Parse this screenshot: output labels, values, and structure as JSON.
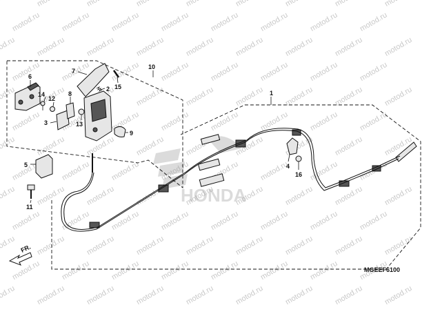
{
  "watermark_text": "motod.ru",
  "diagram_code": "MGEEF6100",
  "direction_label": "FR.",
  "brand_watermark": "HONDA",
  "callouts": {
    "p1": "1",
    "p2": "2",
    "p3": "3",
    "p4": "4",
    "p5": "5",
    "p6": "6",
    "p7": "7",
    "p8": "8",
    "p9": "9",
    "p10": "10",
    "p11": "11",
    "p12": "12",
    "p13": "13",
    "p14": "14",
    "p15": "15",
    "p16": "16"
  }
}
